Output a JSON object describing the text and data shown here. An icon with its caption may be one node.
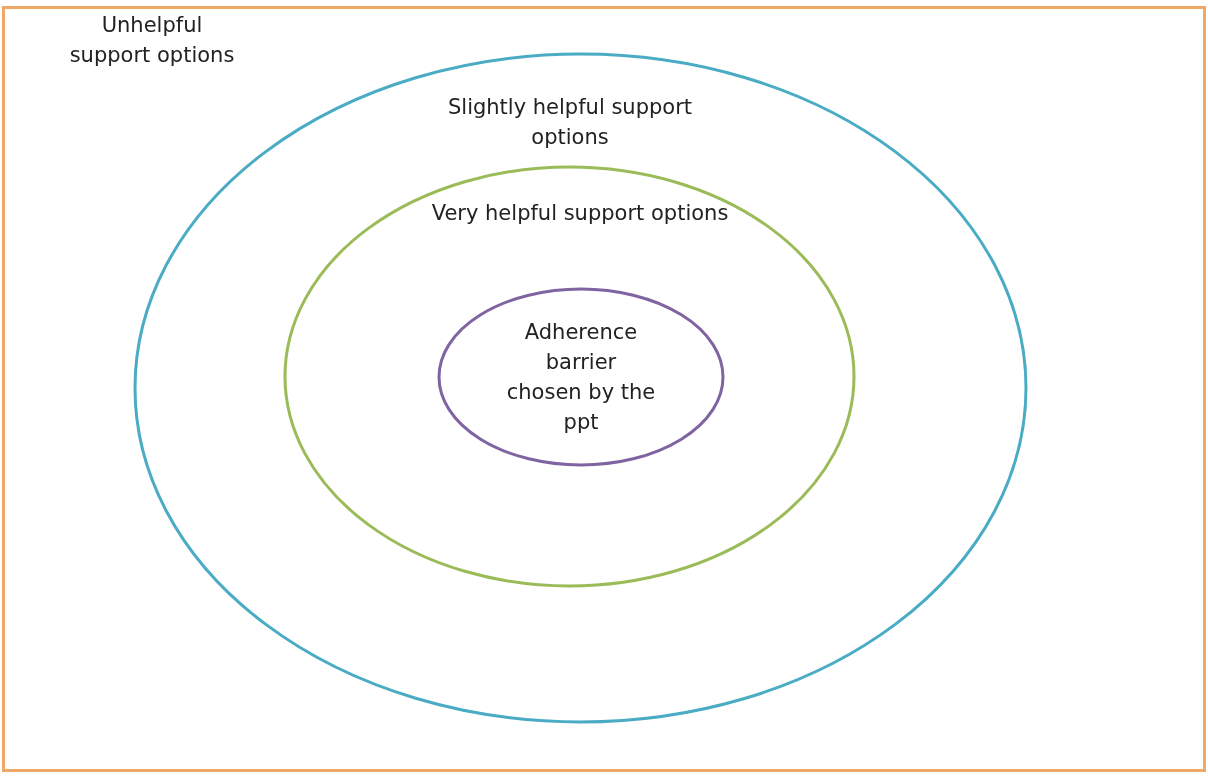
{
  "diagram": {
    "nodes": [
      {
        "text": [
          "Unhelpful support options"
        ]
      },
      {
        "text": [
          "Slightly helpful support options"
        ],
        "in": 0
      },
      {
        "text": [
          "Very helpful support options"
        ],
        "in": 1
      },
      {
        "text": [
          "Adherence barrier chosen by the ppt"
        ],
        "in": 2
      }
    ],
    "edges": []
  }
}
